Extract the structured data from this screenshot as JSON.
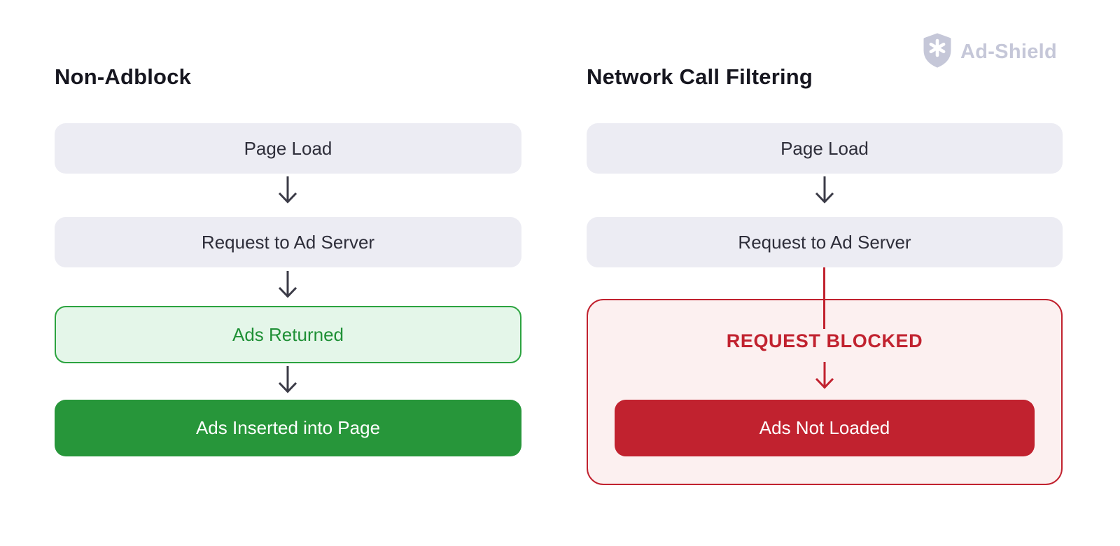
{
  "logo": {
    "brand": "Ad-Shield",
    "icon": "shield-asterisk-icon",
    "color": "#c5c7d8"
  },
  "left_flow": {
    "title": "Non-Adblock",
    "steps": {
      "page_load": "Page Load",
      "request": "Request to Ad Server",
      "ads_returned": "Ads Returned",
      "ads_inserted": "Ads Inserted into Page"
    }
  },
  "right_flow": {
    "title": "Network Call Filtering",
    "steps": {
      "page_load": "Page Load",
      "request": "Request to Ad Server",
      "blocked": "REQUEST BLOCKED",
      "result": "Ads Not Loaded"
    }
  },
  "colors": {
    "neutral_box_bg": "#ececf3",
    "box_text": "#2e2e3a",
    "arrow": "#3b3b47",
    "success_border": "#2ba33f",
    "success_bg_light": "#e4f6e9",
    "success_text": "#1f9036",
    "success_solid": "#27963a",
    "danger": "#c1222f",
    "danger_bg_light": "#fcf0f0",
    "logo_gray": "#c5c7d8"
  }
}
